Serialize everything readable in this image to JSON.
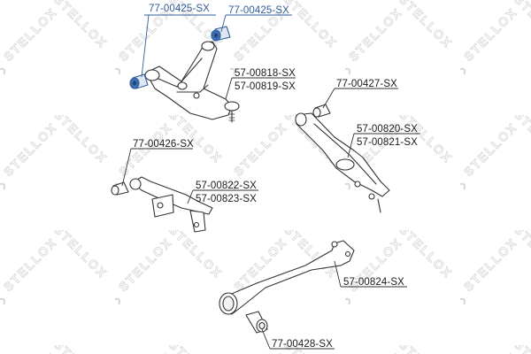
{
  "diagram": {
    "type": "parts-exploded-view",
    "subject": "rear suspension control arms and bushings",
    "watermark_text": "STELLOX",
    "colors": {
      "background": "#ffffff",
      "line_art": "#333333",
      "highlight_blue": "#2f5d9a",
      "highlight_fill": "#3f6fb5",
      "watermark": "#d9d9d9"
    }
  },
  "labels": {
    "bushing_upper_left": "77-00425-SX",
    "bushing_upper_right": "77-00425-SX",
    "upper_arm_a": "57-00818-SX",
    "upper_arm_b": "57-00819-SX",
    "bushing_lower_arm": "77-00427-SX",
    "lower_arm_a": "57-00820-SX",
    "lower_arm_b": "57-00821-SX",
    "bushing_toe_link": "77-00426-SX",
    "toe_link_a": "57-00822-SX",
    "toe_link_b": "57-00823-SX",
    "trailing_arm": "57-00824-SX",
    "bushing_trailing_arm": "77-00428-SX"
  }
}
